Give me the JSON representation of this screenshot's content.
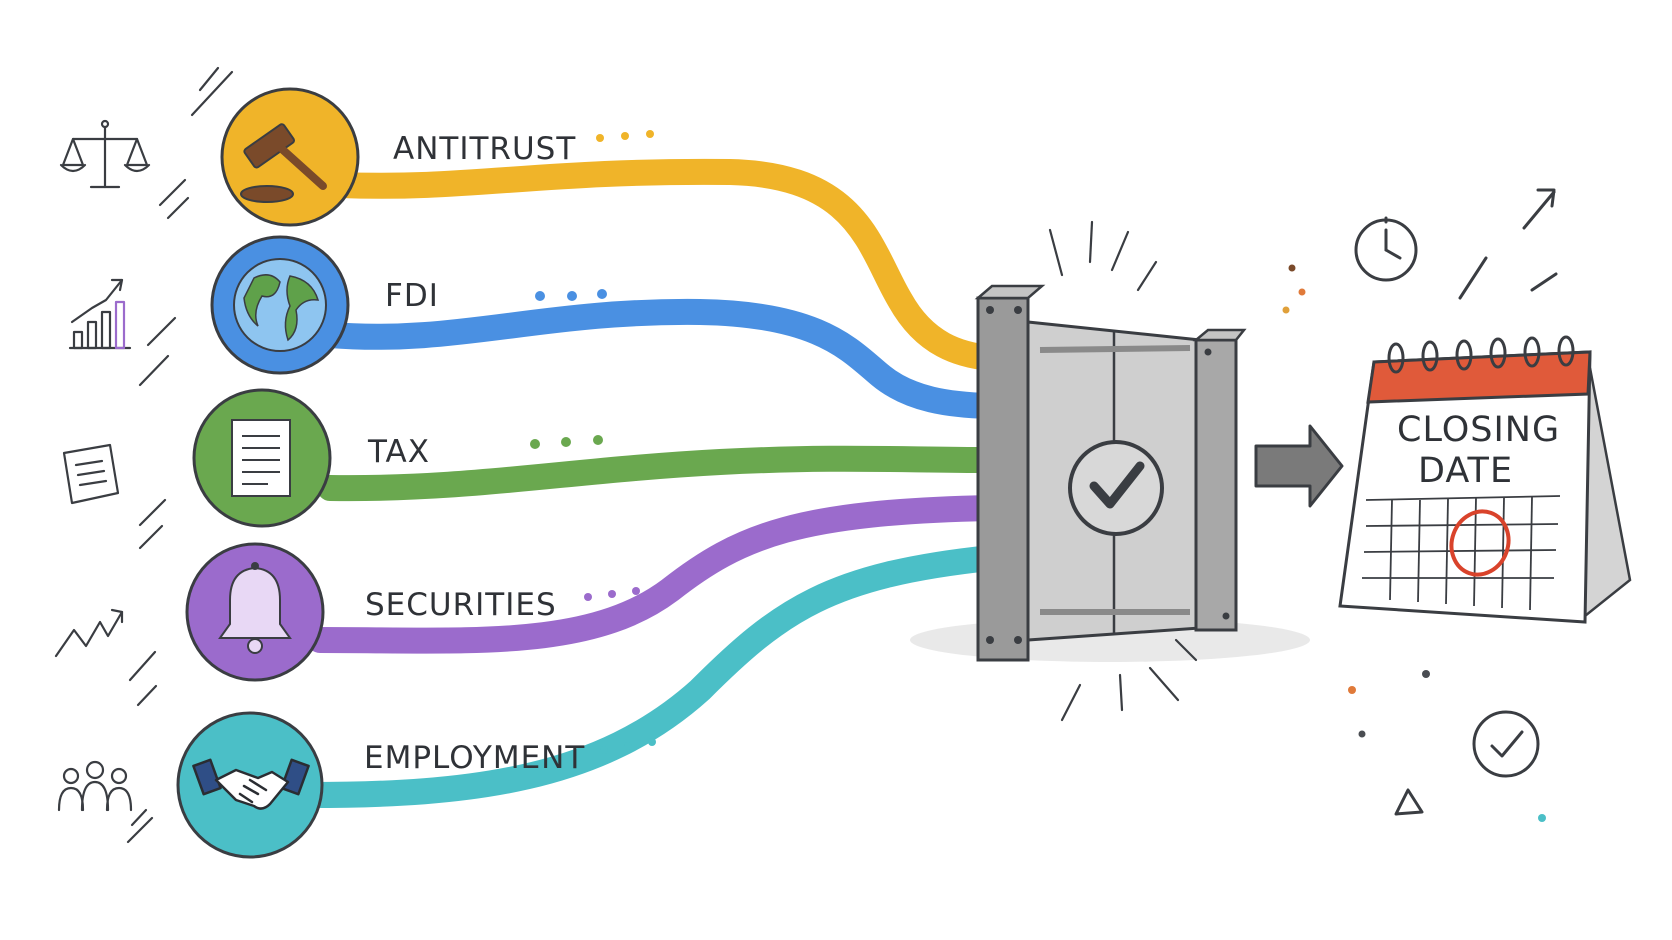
{
  "colors": {
    "antitrust": "#f0b429",
    "fdi": "#4a90e2",
    "tax": "#6aa84f",
    "securities": "#9b6bcc",
    "employment": "#4bbfc7",
    "calendar_top": "#e05a3a",
    "circle_mark": "#d9432b",
    "ink": "#3a3d42"
  },
  "streams": [
    {
      "id": "antitrust",
      "label": "ANTITRUST",
      "icon": "gavel-icon",
      "color": "#f0b429"
    },
    {
      "id": "fdi",
      "label": "FDI",
      "icon": "globe-icon",
      "color": "#4a90e2"
    },
    {
      "id": "tax",
      "label": "TAX",
      "icon": "document-icon",
      "color": "#6aa84f"
    },
    {
      "id": "securities",
      "label": "SECURITIES",
      "icon": "bell-icon",
      "color": "#9b6bcc"
    },
    {
      "id": "employment",
      "label": "EMPLOYMENT",
      "icon": "handshake-icon",
      "color": "#4bbfc7"
    }
  ],
  "side_icons": [
    "scales-icon",
    "bar-chart-icon",
    "note-icon",
    "zigzag-trend-icon",
    "people-icon"
  ],
  "gate": {
    "icon": "gate-check-icon"
  },
  "calendar": {
    "line1": "CLOSING",
    "line2": "DATE",
    "icon": "calendar-icon"
  },
  "decor_icons": [
    "clock-icon",
    "check-circle-icon",
    "triangle-icon",
    "arrow-up-right-icon"
  ]
}
